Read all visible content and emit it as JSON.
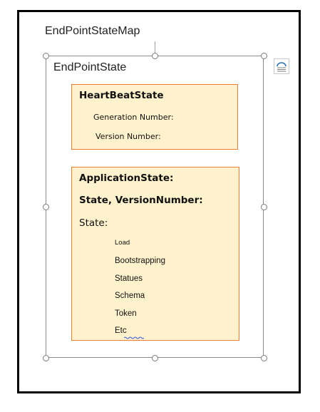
{
  "map": {
    "title": "EndPointStateMap"
  },
  "endpoint_state": {
    "title": "EndPointState"
  },
  "heartbeat_state": {
    "title": "HeartBeatState",
    "fields": [
      "Generation Number:",
      "Version Number:"
    ]
  },
  "application_state": {
    "title": "ApplicationState:",
    "subtitle": "State, VersionNumber:",
    "state_label": "State:",
    "states": [
      "Load",
      "Bootstrapping",
      "Statues",
      "Schema",
      "Token",
      "Etc"
    ]
  },
  "colors": {
    "box_fill": "#fff2cc",
    "box_border": "#ed7d31",
    "frame": "#000000",
    "selection": "#8c8c8c"
  },
  "icons": {
    "layout_options": "layout-options-icon"
  }
}
